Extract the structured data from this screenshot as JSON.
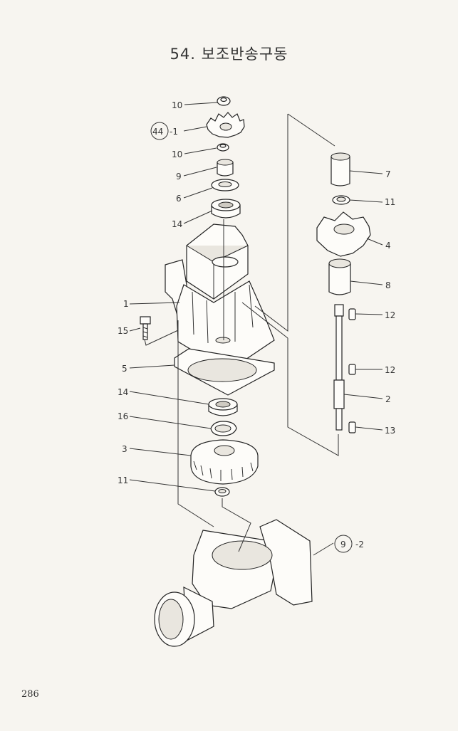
{
  "title": "54. 보조반송구동",
  "page_number": "286",
  "callouts": {
    "c10a": "10",
    "c44": "44",
    "c44_suffix": "-1",
    "c10b": "10",
    "c9": "9",
    "c6": "6",
    "c14a": "14",
    "c1": "1",
    "c15": "15",
    "c5": "5",
    "c14b": "14",
    "c16": "16",
    "c3": "3",
    "c11b": "11",
    "c7": "7",
    "c11a": "11",
    "c4": "4",
    "c8": "8",
    "c12a": "12",
    "c12b": "12",
    "c2": "2",
    "c13": "13",
    "c9ref": "9",
    "c9ref_suffix": "-2"
  }
}
